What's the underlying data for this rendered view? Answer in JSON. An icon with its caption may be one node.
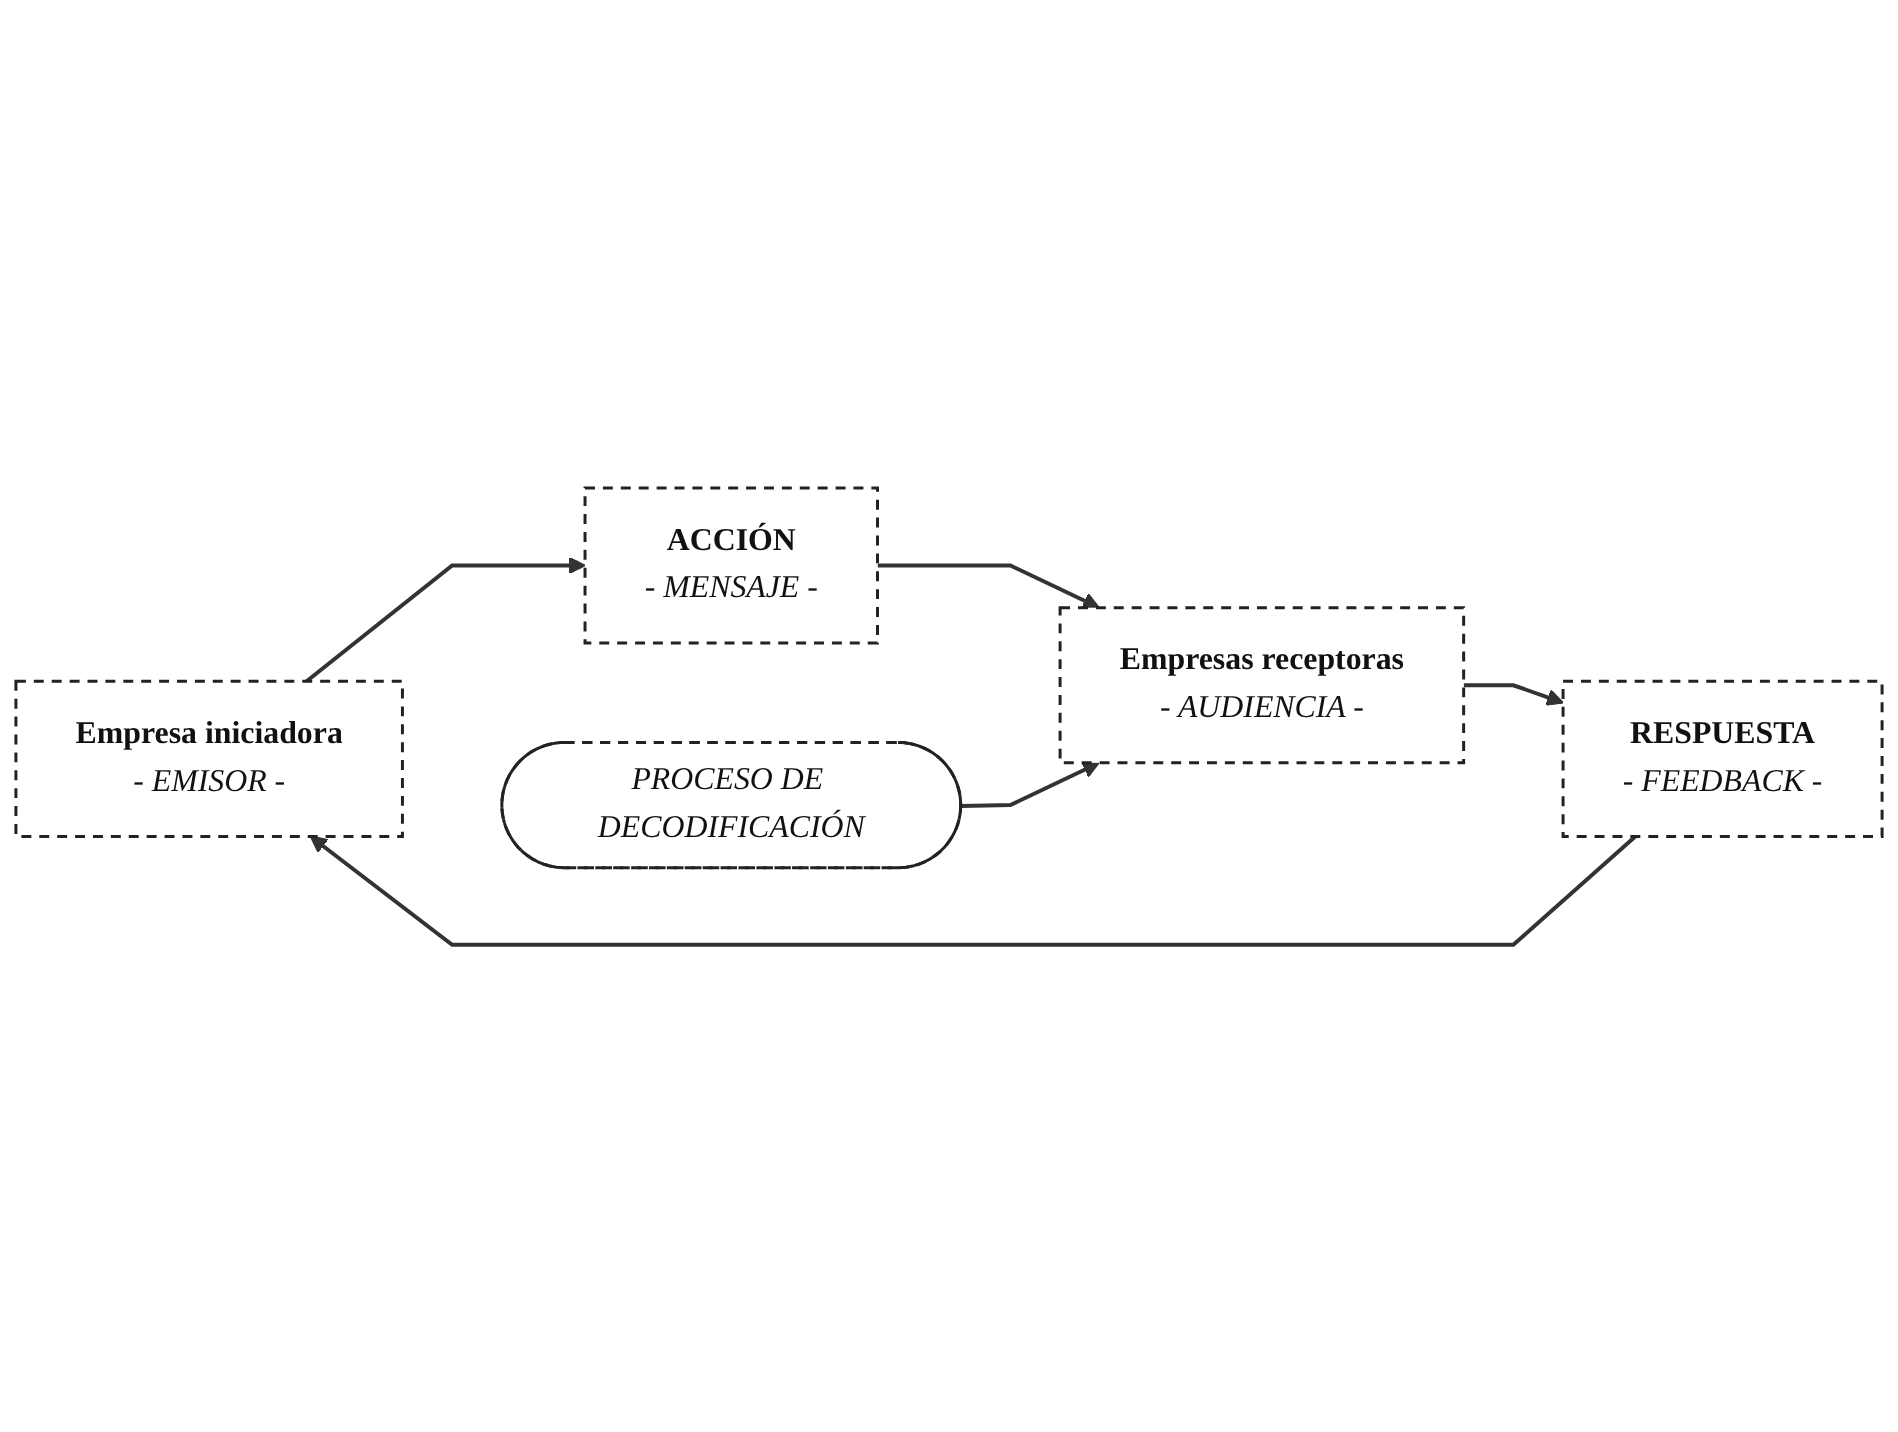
{
  "diagram": {
    "nodes": [
      {
        "text": [
          "Empresa iniciadora",
          "- EMISOR -"
        ]
      },
      {
        "text": [
          "ACCIÓN",
          "- MENSAJE -"
        ]
      },
      {
        "text": [
          "Empresas receptoras",
          "- AUDIENCIA -"
        ]
      },
      {
        "text": [
          "RESPUESTA",
          "- FEEDBACK -"
        ]
      },
      {
        "text": [
          "PROCESO DE DECODIFICACIÓN"
        ]
      }
    ],
    "edges": [
      {
        "from": 0,
        "to": 1,
        "arrow": "to"
      },
      {
        "from": 1,
        "to": 2,
        "arrow": "to"
      },
      {
        "from": 4,
        "to": 2,
        "arrow": "to"
      },
      {
        "from": 2,
        "to": 3,
        "arrow": "to"
      },
      {
        "from": 3,
        "to": 0,
        "arrow": "to"
      }
    ]
  }
}
